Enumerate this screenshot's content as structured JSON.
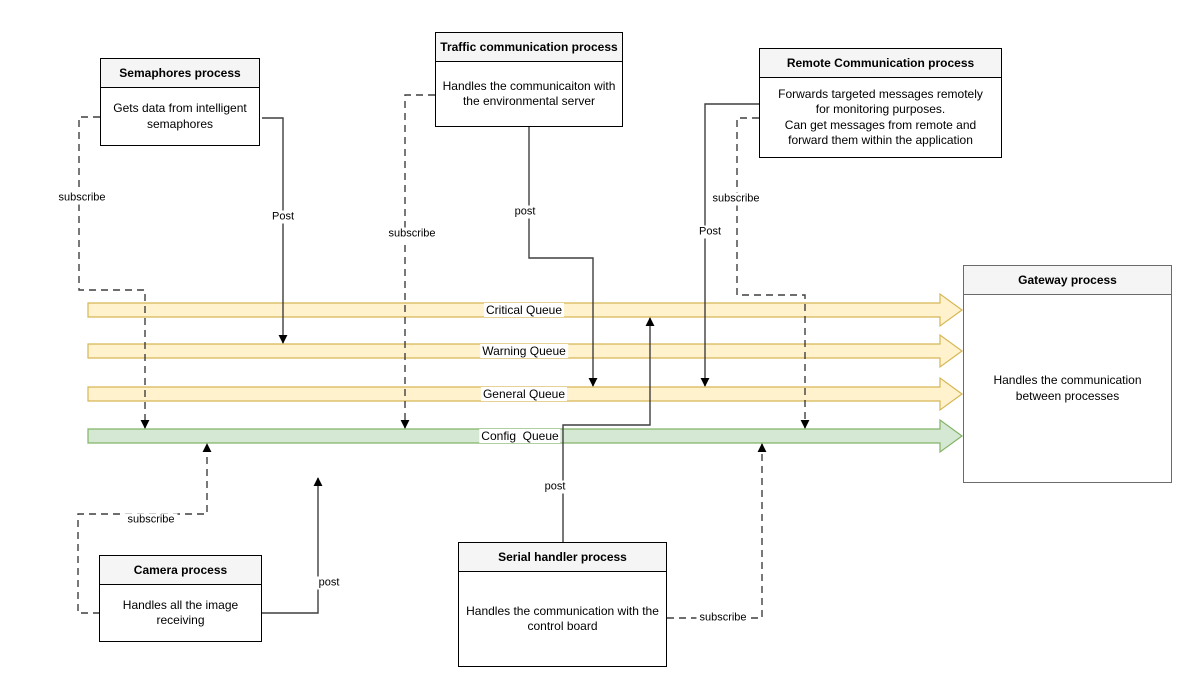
{
  "boxes": {
    "semaphores": {
      "title": "Semaphores process",
      "body": "Gets data from intelligent semaphores"
    },
    "traffic": {
      "title": "Traffic communication process",
      "body": "Handles the communicaiton with the environmental server"
    },
    "remote": {
      "title": "Remote Communication process",
      "body": "Forwards targeted messages remotely\nfor monitoring purposes.\nCan get messages from remote and\nforward them within the application"
    },
    "gateway": {
      "title": "Gateway process",
      "body": "Handles the communication between processes"
    },
    "camera": {
      "title": "Camera process",
      "body": "Handles all the image receiving"
    },
    "serial": {
      "title": "Serial handler process",
      "body": "Handles the communication with the control board"
    }
  },
  "queues": [
    {
      "label": "Critical Queue",
      "fill": "#FFF2CC",
      "stroke": "#D6B656"
    },
    {
      "label": "Warning Queue",
      "fill": "#FFF2CC",
      "stroke": "#D6B656"
    },
    {
      "label": "General Queue",
      "fill": "#FFF2CC",
      "stroke": "#D6B656"
    },
    {
      "label": "Config  Queue",
      "fill": "#D5E8D4",
      "stroke": "#82B366"
    }
  ],
  "labels": {
    "semaphores_subscribe": "subscribe",
    "semaphores_post": "Post",
    "traffic_subscribe": "subscribe",
    "traffic_post": "post",
    "remote_subscribe": "subscribe",
    "remote_post": "Post",
    "serial_post": "post",
    "serial_subscribe": "subscribe",
    "camera_subscribe": "subscribe",
    "camera_post": "post"
  },
  "colors": {
    "queue_yellow_fill": "#FFF2CC",
    "queue_yellow_stroke": "#D6B656",
    "queue_green_fill": "#D5E8D4",
    "queue_green_stroke": "#82B366",
    "box_header_fill": "#F5F5F5",
    "box_border": "#000000",
    "gateway_border": "#6B6B6B",
    "connector": "#3F3F3F",
    "background": "#FFFFFF"
  }
}
